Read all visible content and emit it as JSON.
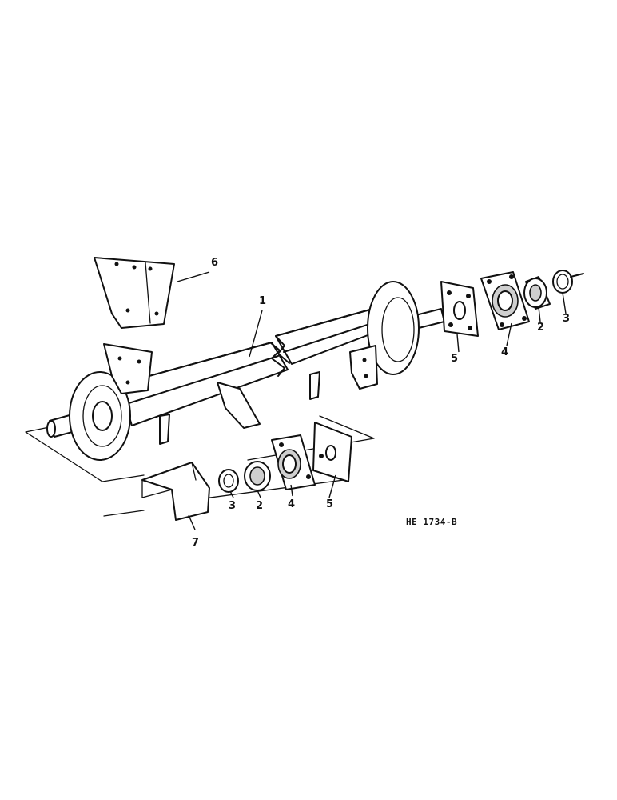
{
  "reference_code": "HE 1734-B",
  "callouts": {
    "shaft": "1",
    "upper_bearing": "2",
    "upper_collar": "3",
    "upper_housing": "4",
    "upper_plate": "5",
    "lower_collar": "3",
    "lower_bearing": "2",
    "lower_housing": "4",
    "lower_plate": "5",
    "shield_top": "6",
    "shield_bottom": "7"
  }
}
